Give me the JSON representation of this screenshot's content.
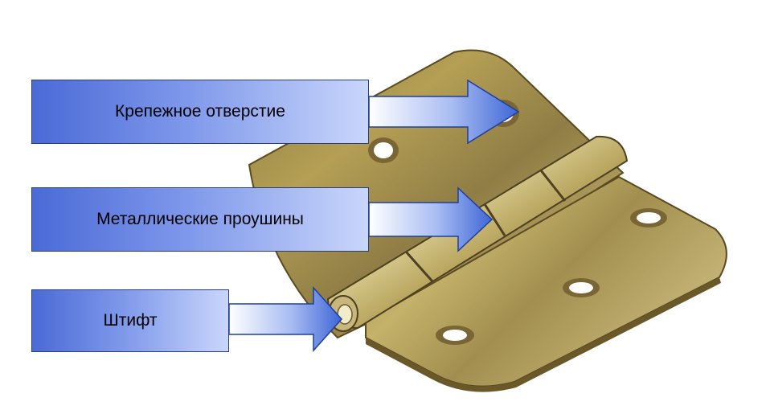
{
  "labels": {
    "mounting_hole": "Крепежное отверстие",
    "knuckles": "Металлические проушины",
    "pin": "Штифт"
  },
  "colors": {
    "box_dark": "#4a6ad6",
    "box_light": "#c9d6fb",
    "box_border": "#2a3e78",
    "arrow_light": "#ffffff",
    "arrow_dark": "#2a55c8",
    "brass_dark": "#6b5a2c",
    "brass_mid": "#a8924c",
    "brass_light": "#d6c989"
  }
}
